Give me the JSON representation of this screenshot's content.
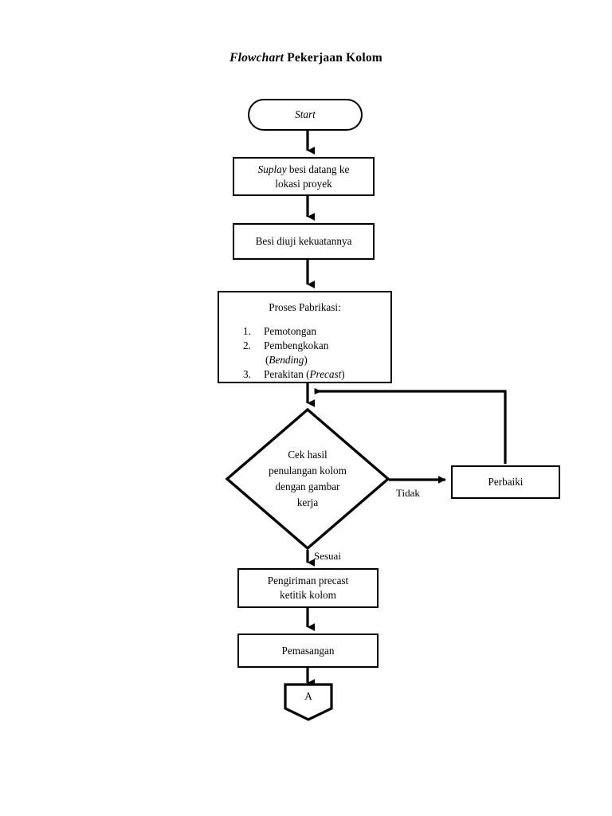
{
  "document": {
    "title_italic": "Flowchart",
    "title_rest": " Pekerjaan Kolom"
  },
  "chart_data": {
    "type": "diagram",
    "diagram_kind": "flowchart",
    "title": "Flowchart Pekerjaan Kolom",
    "orientation": "top-to-bottom",
    "nodes": [
      {
        "id": "start",
        "shape": "terminator",
        "label": "Start"
      },
      {
        "id": "suplay",
        "shape": "process",
        "label": "Suplay besi datang ke lokasi proyek"
      },
      {
        "id": "uji",
        "shape": "process",
        "label": "Besi diuji kekuatannya"
      },
      {
        "id": "pabrikasi",
        "shape": "process",
        "label": "Proses Pabrikasi:"
      },
      {
        "id": "cek",
        "shape": "decision",
        "label": "Cek hasil penulangan kolom dengan gambar kerja"
      },
      {
        "id": "perbaiki",
        "shape": "process",
        "label": "Perbaiki"
      },
      {
        "id": "kirim",
        "shape": "process",
        "label": "Pengiriman precast ketitik kolom"
      },
      {
        "id": "pasang",
        "shape": "process",
        "label": "Pemasangan"
      },
      {
        "id": "connA",
        "shape": "connector",
        "label": "A"
      }
    ],
    "edges": [
      {
        "from": "start",
        "to": "suplay",
        "label": ""
      },
      {
        "from": "suplay",
        "to": "uji",
        "label": ""
      },
      {
        "from": "uji",
        "to": "pabrikasi",
        "label": ""
      },
      {
        "from": "pabrikasi",
        "to": "cek",
        "label": ""
      },
      {
        "from": "cek",
        "to": "perbaiki",
        "label": "Tidak"
      },
      {
        "from": "perbaiki",
        "to": "cek",
        "label": ""
      },
      {
        "from": "cek",
        "to": "kirim",
        "label": "Sesuai"
      },
      {
        "from": "kirim",
        "to": "pasang",
        "label": ""
      },
      {
        "from": "pasang",
        "to": "connA",
        "label": ""
      }
    ]
  },
  "nodes": {
    "start": {
      "label": "Start"
    },
    "suplay": {
      "line1_italic": "Suplay",
      "line1_rest": " besi datang ke",
      "line2": "lokasi proyek"
    },
    "uji": {
      "label": "Besi diuji kekuatannya"
    },
    "pabrikasi": {
      "heading": "Proses Pabrikasi:",
      "item1_num": "1.",
      "item1_text": "Pemotongan",
      "item2_num": "2.",
      "item2_text": " Pembengkokan",
      "item2_sub_open": "(",
      "item2_sub_italic": "Bending",
      "item2_sub_close": ")",
      "item3_num": "3.",
      "item3_text": "Perakitan (",
      "item3_italic": "Precast",
      "item3_close": ")"
    },
    "cek": {
      "line1": "Cek hasil",
      "line2": "penulangan kolom",
      "line3": "dengan gambar",
      "line4": "kerja"
    },
    "perbaiki": {
      "label": "Perbaiki"
    },
    "kirim": {
      "line1": "Pengiriman precast",
      "line2": "ketitik kolom"
    },
    "pasang": {
      "label": "Pemasangan"
    },
    "connector_a": {
      "label": "A"
    }
  },
  "edge_labels": {
    "tidak": "Tidak",
    "sesuai": "Sesuai"
  },
  "colors": {
    "stroke": "#000000",
    "fill": "#ffffff",
    "text": "#000000"
  }
}
